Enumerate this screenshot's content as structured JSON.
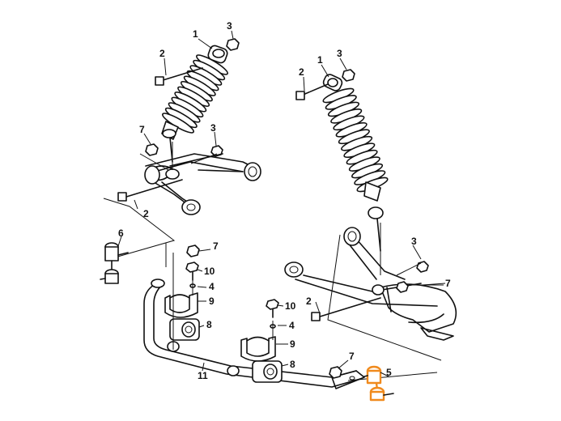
{
  "callouts": {
    "c1a": "1",
    "c2a": "2",
    "c3a": "3",
    "c7a": "7",
    "c3b": "3",
    "c2b": "2",
    "c1b": "1",
    "c2c": "2",
    "c3c": "3",
    "c6": "6",
    "c7b": "7",
    "c10a": "10",
    "c4a": "4",
    "c9a": "9",
    "c8a": "8",
    "c11": "11",
    "c3d": "3",
    "c7c": "7",
    "c2d": "2",
    "c10b": "10",
    "c4b": "4",
    "c9b": "9",
    "c8b": "8",
    "c7d": "7",
    "c5": "5"
  },
  "colors": {
    "line": "#111111",
    "highlight": "#f08a1d",
    "background": "#ffffff"
  }
}
